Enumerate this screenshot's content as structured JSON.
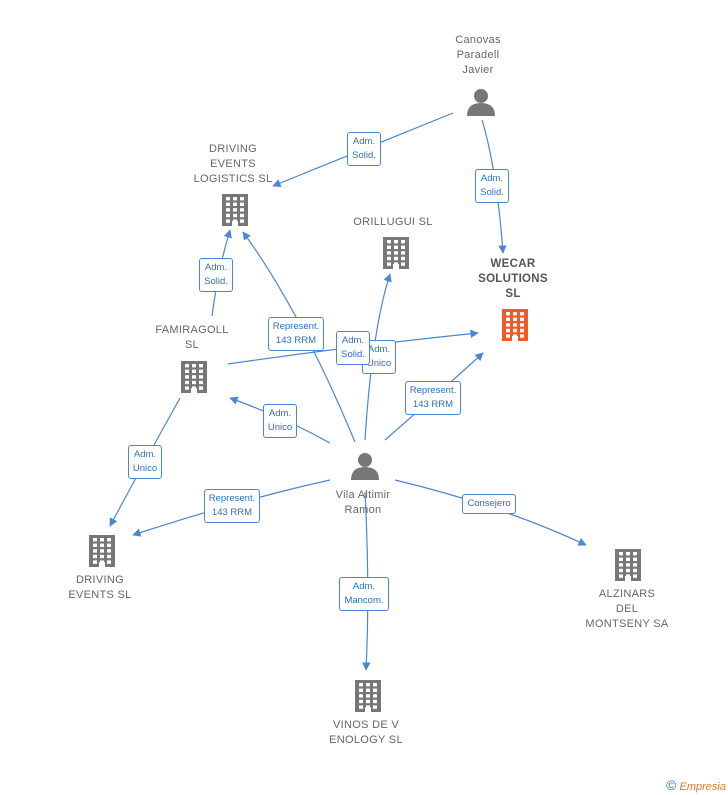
{
  "colors": {
    "edge": "#4a86d8",
    "node": "#777777",
    "highlight": "#f05a28"
  },
  "nodes": [
    {
      "id": "canovas",
      "label": "Canovas\nParadell\nJavier",
      "type": "person"
    },
    {
      "id": "driving_logistics",
      "label": "DRIVING\nEVENTS\nLOGISTICS  SL",
      "type": "company"
    },
    {
      "id": "orillugui",
      "label": "ORILLUGUI  SL",
      "type": "company"
    },
    {
      "id": "wecar",
      "label": "WECAR\nSOLUTIONS\nSL",
      "type": "company",
      "highlight": true
    },
    {
      "id": "famiragoll",
      "label": "FAMIRAGOLL\nSL",
      "type": "company"
    },
    {
      "id": "vila",
      "label": "Vila Altimir\nRamon",
      "type": "person"
    },
    {
      "id": "driving_events",
      "label": "DRIVING\nEVENTS  SL",
      "type": "company"
    },
    {
      "id": "alzinars",
      "label": "ALZINARS\nDEL\nMONTSENY SA",
      "type": "company"
    },
    {
      "id": "vinos",
      "label": "VINOS DE V\nENOLOGY  SL",
      "type": "company"
    }
  ],
  "edges": [
    {
      "label": "Adm.\nSolid."
    },
    {
      "label": "Adm.\nSolid."
    },
    {
      "label": "Adm.\nSolid."
    },
    {
      "label": "Represent.\n143 RRM"
    },
    {
      "label": "Adm.\nUnico"
    },
    {
      "label": "Adm.\nSolid."
    },
    {
      "label": "Represent.\n143 RRM"
    },
    {
      "label": "Adm.\nUnico"
    },
    {
      "label": "Adm.\nUnico"
    },
    {
      "label": "Represent.\n143 RRM"
    },
    {
      "label": "Consejero"
    },
    {
      "label": "Adm.\nMancom."
    }
  ],
  "footer": {
    "copyright": "©",
    "brand": "Empresia"
  }
}
